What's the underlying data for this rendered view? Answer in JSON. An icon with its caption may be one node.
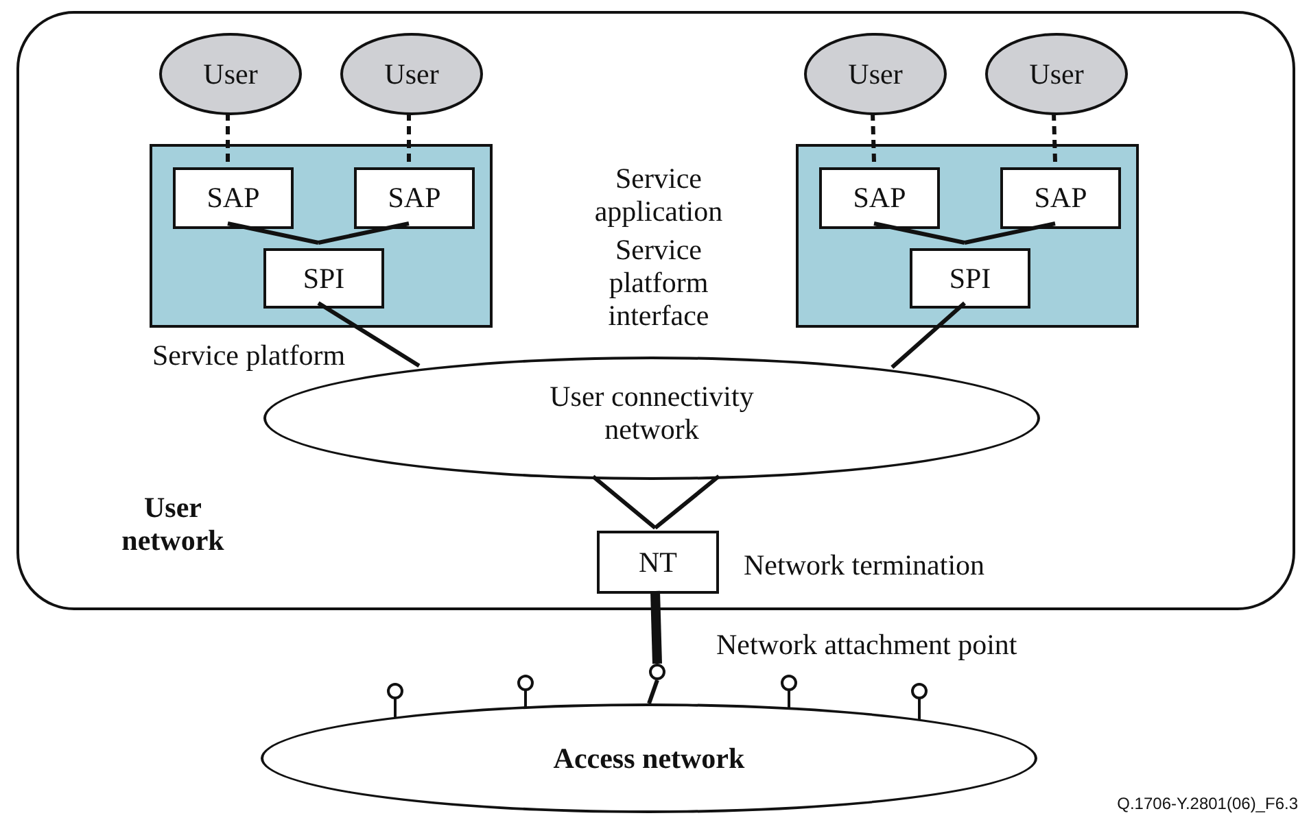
{
  "diagram": {
    "nodes": [
      {
        "text": [
          "User network"
        ]
      },
      {
        "text": [
          "User"
        ],
        "in": 0
      },
      {
        "text": [
          "User"
        ],
        "in": 0
      },
      {
        "text": [
          "User"
        ],
        "in": 0
      },
      {
        "text": [
          "User"
        ],
        "in": 0
      },
      {
        "text": [
          "Service platform"
        ],
        "in": 0
      },
      {
        "text": [
          "SAP"
        ],
        "in": 5
      },
      {
        "text": [
          "SAP"
        ],
        "in": 5
      },
      {
        "text": [
          "SPI"
        ],
        "in": 5
      },
      {
        "text": [],
        "shape": "box",
        "in": 0
      },
      {
        "text": [
          "SAP"
        ],
        "in": 9
      },
      {
        "text": [
          "SAP"
        ],
        "in": 9
      },
      {
        "text": [
          "SPI"
        ],
        "in": 9
      },
      {
        "text": [
          "User connectivity network"
        ],
        "in": 0
      },
      {
        "text": [
          "NT"
        ],
        "in": 0,
        "beside": [
          "Network termination"
        ]
      },
      {
        "text": [
          "Access network"
        ]
      },
      {
        "text": [],
        "shape": "circle",
        "beside": [
          "Network attachment point"
        ]
      }
    ],
    "edges": [
      {
        "from": 1,
        "to": 6,
        "arrow": "none",
        "style": "dashed"
      },
      {
        "from": 2,
        "to": 7,
        "arrow": "none",
        "style": "dashed"
      },
      {
        "from": 3,
        "to": 10,
        "arrow": "none",
        "style": "dashed"
      },
      {
        "from": 4,
        "to": 11,
        "arrow": "none",
        "style": "dashed"
      },
      {
        "from": 6,
        "to": 8,
        "arrow": "none"
      },
      {
        "from": 7,
        "to": 8,
        "arrow": "none"
      },
      {
        "from": 10,
        "to": 12,
        "arrow": "none"
      },
      {
        "from": 11,
        "to": 12,
        "arrow": "none"
      },
      {
        "from": 8,
        "to": 13,
        "arrow": "none"
      },
      {
        "from": 12,
        "to": 13,
        "arrow": "none"
      },
      {
        "from": 13,
        "to": 14,
        "arrow": "none"
      },
      {
        "from": 13,
        "to": 14,
        "arrow": "none"
      },
      {
        "from": 14,
        "to": 16,
        "arrow": "none",
        "style": "thick"
      },
      {
        "from": 16,
        "to": 15,
        "arrow": "none"
      }
    ],
    "labels": [
      "Service application",
      "Service platform interface",
      "Q.1706-Y.2801(06)_F6.3"
    ]
  }
}
